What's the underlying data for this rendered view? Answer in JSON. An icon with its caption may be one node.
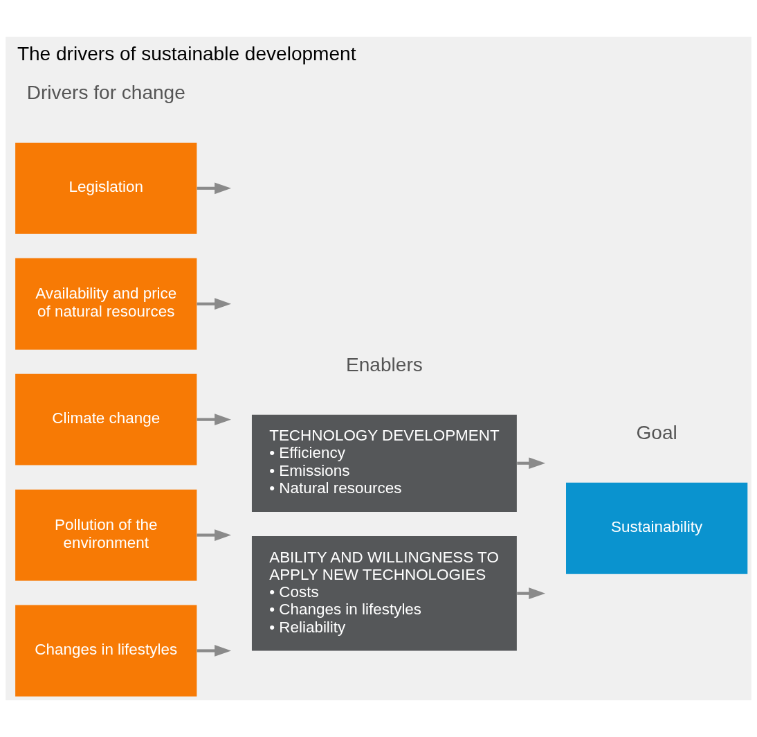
{
  "diagram": {
    "title": "The drivers of sustainable development",
    "nodes": [
      {
        "text": [
          "Legislation"
        ]
      },
      {
        "text": [
          "Availability and price of natural resources"
        ]
      },
      {
        "text": [
          "Climate change"
        ]
      },
      {
        "text": [
          "Pollution of the environment"
        ]
      },
      {
        "text": [
          "Changes in lifestyles"
        ]
      },
      {
        "text": [
          "TECHNOLOGY DEVELOPMENT",
          "• Efficiency",
          "• Emissions",
          "• Natural resources"
        ]
      },
      {
        "text": [
          "ABILITY AND WILLINGNESS TO APPLY NEW TECHNOLOGIES",
          "• Costs",
          "• Changes in lifestyles",
          "• Reliability"
        ]
      },
      {
        "text": [
          "Sustainability"
        ]
      }
    ],
    "edges": [
      {
        "from": 0,
        "to": null,
        "arrow": "to"
      },
      {
        "from": 1,
        "to": null,
        "arrow": "to"
      },
      {
        "from": 2,
        "to": null,
        "arrow": "to"
      },
      {
        "from": 3,
        "to": null,
        "arrow": "to"
      },
      {
        "from": 4,
        "to": null,
        "arrow": "to"
      },
      {
        "from": 5,
        "to": null,
        "arrow": "to"
      },
      {
        "from": 6,
        "to": null,
        "arrow": "to"
      }
    ],
    "labels": [
      "Drivers for change",
      "Enablers",
      "Goal"
    ]
  }
}
